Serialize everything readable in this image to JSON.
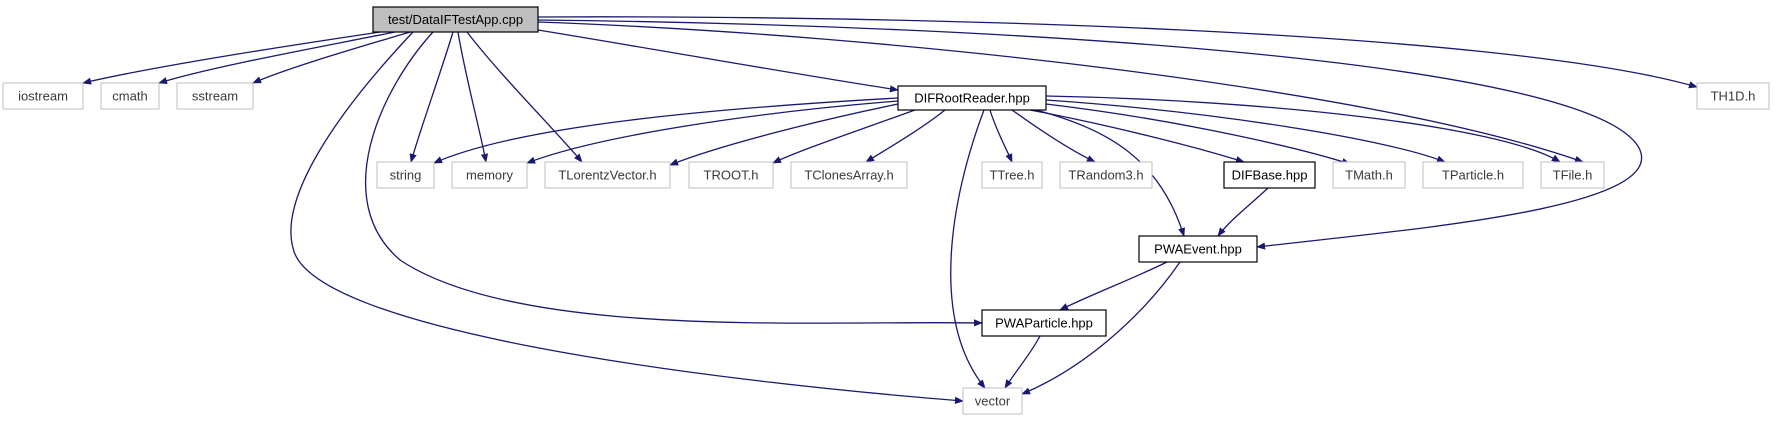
{
  "graph": {
    "edge_color": "#191970",
    "nodes": [
      {
        "id": "test",
        "label": "test/DataIFTestApp.cpp",
        "style": "root",
        "fill": "#bfbfbf",
        "border": "#000000"
      },
      {
        "id": "iostream",
        "label": "iostream",
        "style": "ext",
        "fill": "#ffffff",
        "border": "#bfbfbf"
      },
      {
        "id": "cmath",
        "label": "cmath",
        "style": "ext",
        "fill": "#ffffff",
        "border": "#bfbfbf"
      },
      {
        "id": "sstream",
        "label": "sstream",
        "style": "ext",
        "fill": "#ffffff",
        "border": "#bfbfbf"
      },
      {
        "id": "TH1D",
        "label": "TH1D.h",
        "style": "ext",
        "fill": "#ffffff",
        "border": "#bfbfbf"
      },
      {
        "id": "DIFRootReader",
        "label": "DIFRootReader.hpp",
        "style": "local",
        "fill": "#ffffff",
        "border": "#000000"
      },
      {
        "id": "string",
        "label": "string",
        "style": "ext",
        "fill": "#ffffff",
        "border": "#bfbfbf"
      },
      {
        "id": "memory",
        "label": "memory",
        "style": "ext",
        "fill": "#ffffff",
        "border": "#bfbfbf"
      },
      {
        "id": "TLorentzVector",
        "label": "TLorentzVector.h",
        "style": "ext",
        "fill": "#ffffff",
        "border": "#bfbfbf"
      },
      {
        "id": "TROOT",
        "label": "TROOT.h",
        "style": "ext",
        "fill": "#ffffff",
        "border": "#bfbfbf"
      },
      {
        "id": "TClonesArray",
        "label": "TClonesArray.h",
        "style": "ext",
        "fill": "#ffffff",
        "border": "#bfbfbf"
      },
      {
        "id": "TTree",
        "label": "TTree.h",
        "style": "ext",
        "fill": "#ffffff",
        "border": "#bfbfbf"
      },
      {
        "id": "TRandom3",
        "label": "TRandom3.h",
        "style": "ext",
        "fill": "#ffffff",
        "border": "#bfbfbf"
      },
      {
        "id": "DIFBase",
        "label": "DIFBase.hpp",
        "style": "local",
        "fill": "#ffffff",
        "border": "#000000"
      },
      {
        "id": "TMath",
        "label": "TMath.h",
        "style": "ext",
        "fill": "#ffffff",
        "border": "#bfbfbf"
      },
      {
        "id": "TParticle",
        "label": "TParticle.h",
        "style": "ext",
        "fill": "#ffffff",
        "border": "#bfbfbf"
      },
      {
        "id": "TFile",
        "label": "TFile.h",
        "style": "ext",
        "fill": "#ffffff",
        "border": "#bfbfbf"
      },
      {
        "id": "PWAEvent",
        "label": "PWAEvent.hpp",
        "style": "local",
        "fill": "#ffffff",
        "border": "#000000"
      },
      {
        "id": "PWAParticle",
        "label": "PWAParticle.hpp",
        "style": "local",
        "fill": "#ffffff",
        "border": "#000000"
      },
      {
        "id": "vector",
        "label": "vector",
        "style": "ext",
        "fill": "#ffffff",
        "border": "#bfbfbf"
      }
    ],
    "edges": [
      {
        "from": "test",
        "to": "iostream"
      },
      {
        "from": "test",
        "to": "cmath"
      },
      {
        "from": "test",
        "to": "sstream"
      },
      {
        "from": "test",
        "to": "string"
      },
      {
        "from": "test",
        "to": "memory"
      },
      {
        "from": "test",
        "to": "TLorentzVector"
      },
      {
        "from": "test",
        "to": "PWAParticle"
      },
      {
        "from": "test",
        "to": "vector"
      },
      {
        "from": "test",
        "to": "DIFRootReader"
      },
      {
        "from": "test",
        "to": "TFile"
      },
      {
        "from": "test",
        "to": "PWAEvent"
      },
      {
        "from": "test",
        "to": "TH1D"
      },
      {
        "from": "DIFRootReader",
        "to": "string"
      },
      {
        "from": "DIFRootReader",
        "to": "memory"
      },
      {
        "from": "DIFRootReader",
        "to": "TLorentzVector"
      },
      {
        "from": "DIFRootReader",
        "to": "TROOT"
      },
      {
        "from": "DIFRootReader",
        "to": "TClonesArray"
      },
      {
        "from": "DIFRootReader",
        "to": "TTree"
      },
      {
        "from": "DIFRootReader",
        "to": "TRandom3"
      },
      {
        "from": "DIFRootReader",
        "to": "DIFBase"
      },
      {
        "from": "DIFRootReader",
        "to": "TMath"
      },
      {
        "from": "DIFRootReader",
        "to": "TParticle"
      },
      {
        "from": "DIFRootReader",
        "to": "TFile"
      },
      {
        "from": "DIFRootReader",
        "to": "PWAEvent"
      },
      {
        "from": "DIFRootReader",
        "to": "vector"
      },
      {
        "from": "DIFBase",
        "to": "PWAEvent"
      },
      {
        "from": "PWAEvent",
        "to": "PWAParticle"
      },
      {
        "from": "PWAEvent",
        "to": "vector"
      },
      {
        "from": "PWAParticle",
        "to": "vector"
      }
    ]
  }
}
